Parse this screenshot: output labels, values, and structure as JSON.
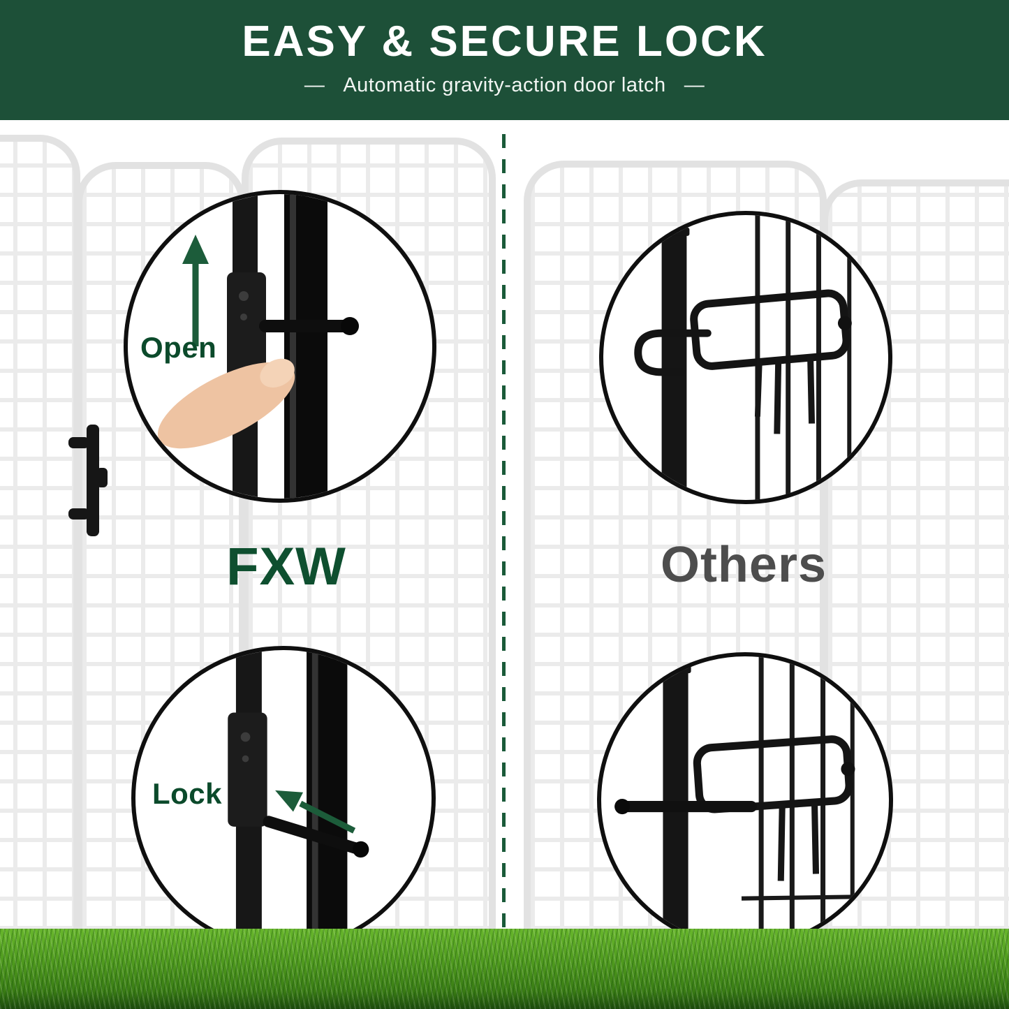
{
  "header": {
    "title": "EASY & SECURE LOCK",
    "dash_left": "—",
    "subtitle": "Automatic gravity-action door latch",
    "dash_right": "—"
  },
  "comparison": {
    "left": {
      "brand": "FXW",
      "open_label": "Open",
      "lock_label": "Lock"
    },
    "right": {
      "brand": "Others"
    }
  },
  "icons": {
    "open_arrow": "arrow-up",
    "lock_arrow": "arrow-toward-latch"
  },
  "colors": {
    "banner_green": "#1d5038",
    "accent_green": "#0e4f2f",
    "arrow_green": "#1c5c3a",
    "others_gray": "#4d4d4d",
    "grass_green": "#4f9a1e",
    "hardware_black": "#141414",
    "fence_gray": "#e3e3e3"
  }
}
